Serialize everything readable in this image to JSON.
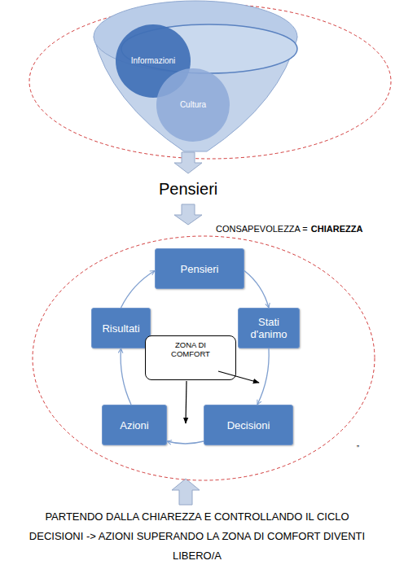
{
  "diagram": {
    "caption": "PARTENDO DALLA CHIAREZZA E CONTROLLANDO IL CICLO DECISIONI -> AZIONI SUPERANDO LA ZONA DI COMFORT DIVENTI LIBERO/A",
    "nodes": [
      {
        "text": [
          "Informazioni"
        ]
      },
      {
        "text": [
          "Cultura"
        ]
      },
      {
        "text": [
          "Pensieri"
        ]
      },
      {
        "text": [
          "Stati d'animo"
        ]
      },
      {
        "text": [
          "Decisioni"
        ]
      },
      {
        "text": [
          "Azioni"
        ]
      },
      {
        "text": [
          "Risultati"
        ]
      },
      {
        "text": [
          "ZONA DI COMFORT"
        ]
      }
    ],
    "edges": [
      {
        "from": 2,
        "to": 3,
        "arrow": "to"
      },
      {
        "from": 3,
        "to": 4,
        "arrow": "to"
      },
      {
        "from": 4,
        "to": 5,
        "arrow": "to"
      },
      {
        "from": 5,
        "to": 6,
        "arrow": "to"
      },
      {
        "from": 6,
        "to": 2,
        "arrow": "to"
      }
    ],
    "labels": [
      "Pensieri",
      "CONSAPEVOLEZZA =",
      "CHIAREZZA",
      "„"
    ]
  }
}
